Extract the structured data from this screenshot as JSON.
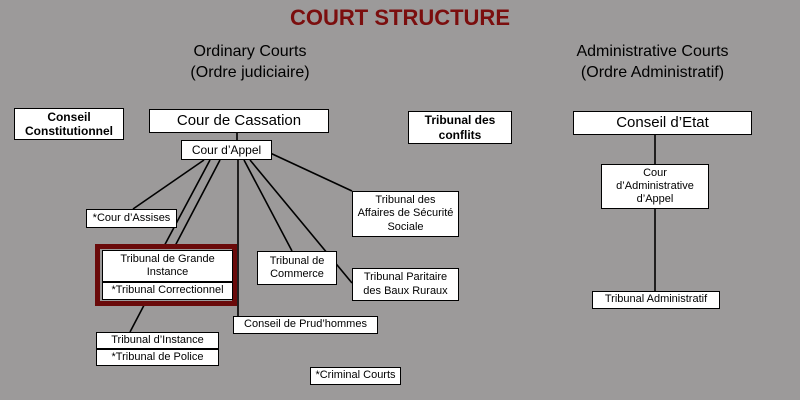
{
  "title": "COURT STRUCTURE",
  "headings": {
    "ordinary": "Ordinary Courts\n(Ordre judiciaire)",
    "administrative": "Administrative Courts\n(Ordre Administratif)"
  },
  "boxes": {
    "conseil_constitutionnel": "Conseil\nConstitutionnel",
    "cour_de_cassation": "Cour de Cassation",
    "tribunal_des_conflits": "Tribunal des\nconflits",
    "conseil_detat": "Conseil d’Etat",
    "cour_dappel": "Cour d’Appel",
    "cour_dassises": "*Cour d’Assises",
    "tribunal_grande_instance": "Tribunal de Grande\nInstance",
    "tribunal_correctionnel": "*Tribunal Correctionnel",
    "tribunal_commerce": "Tribunal de\nCommerce",
    "tribunal_securite_sociale": "Tribunal des\nAffaires de Sécurité\nSociale",
    "tribunal_baux_ruraux": "Tribunal Paritaire\ndes Baux Ruraux",
    "conseil_prudhommes": "Conseil de Prud’hommes",
    "tribunal_instance": "Tribunal d’Instance",
    "tribunal_police": "*Tribunal de Police",
    "criminal_courts": "*Criminal Courts",
    "cour_administrative_appel": "Cour\nd’Administrative\nd’Appel",
    "tribunal_administratif": "Tribunal Administratif"
  }
}
